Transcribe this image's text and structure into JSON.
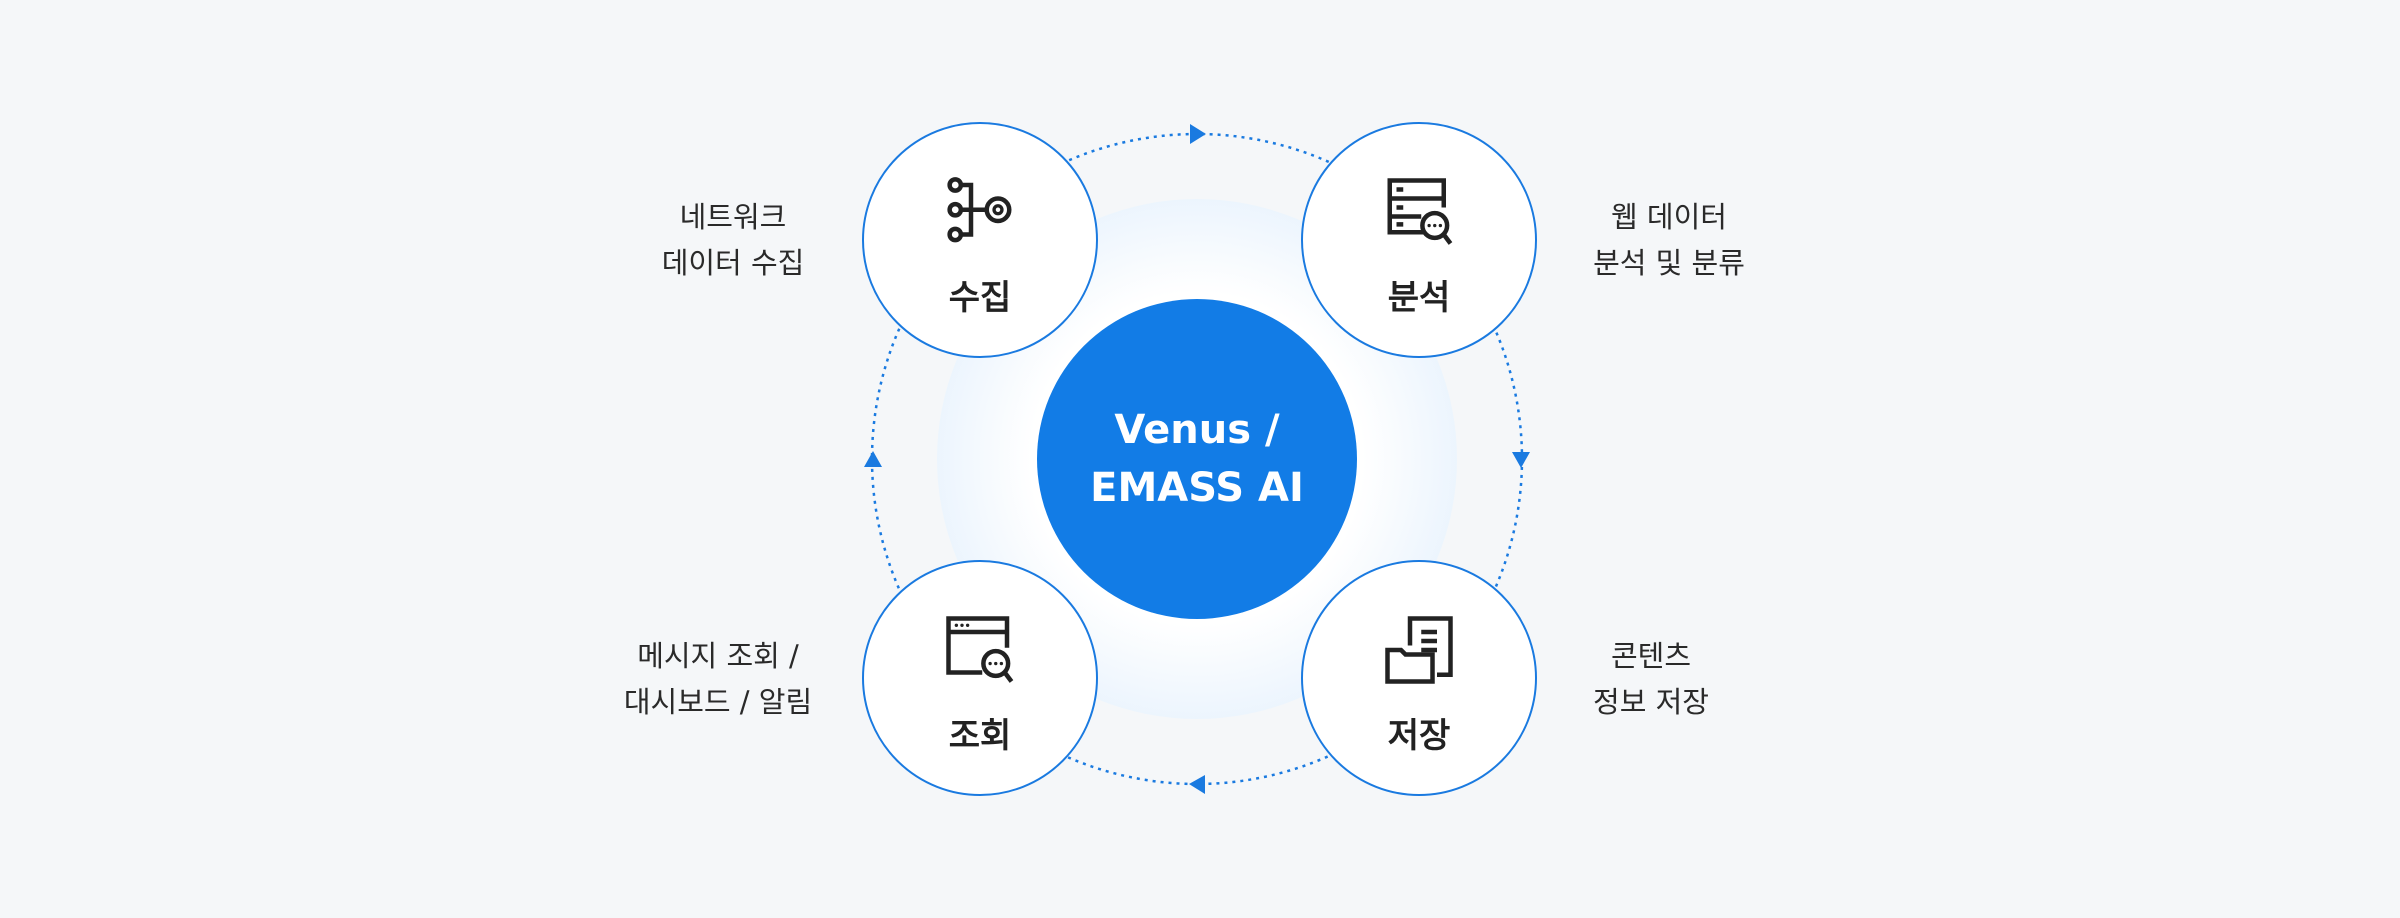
{
  "center": {
    "line1": "Venus /",
    "line2": "EMASS AI"
  },
  "nodes": [
    {
      "label": "수집",
      "icon": "network-collect-icon",
      "desc": [
        "네트워크",
        "데이터 수집"
      ]
    },
    {
      "label": "분석",
      "icon": "server-search-icon",
      "desc": [
        "웹 데이터",
        "분석 및 분류"
      ]
    },
    {
      "label": "저장",
      "icon": "document-folder-icon",
      "desc": [
        "콘텐츠",
        "정보 저장"
      ]
    },
    {
      "label": "조회",
      "icon": "browser-search-icon",
      "desc": [
        "메시지 조회 /",
        "대시보드 / 알림"
      ]
    }
  ],
  "colors": {
    "accent": "#127ce6",
    "ring": "#1a7ae0",
    "background": "#f5f7f9"
  }
}
